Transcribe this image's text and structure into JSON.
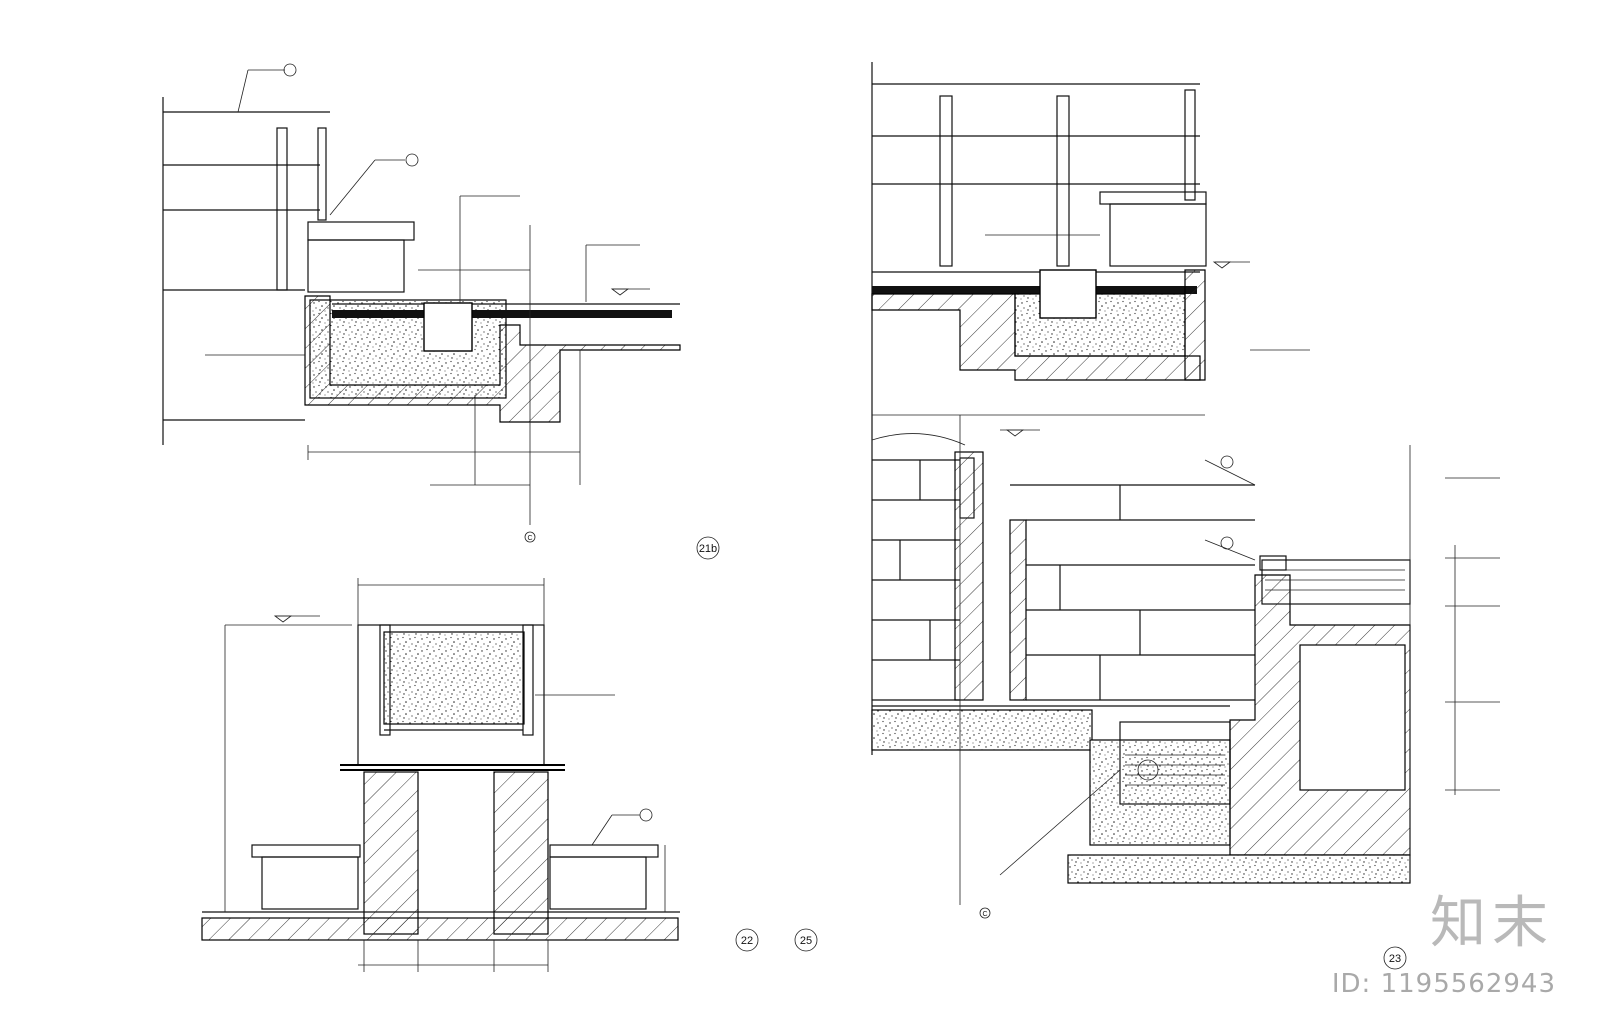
{
  "sheet_labels": {
    "detail_21b": "21b",
    "detail_22": "22",
    "detail_25": "25",
    "detail_23": "23",
    "grid_c": "C"
  },
  "watermark": {
    "brand": "知末",
    "id": "ID: 1195562943"
  }
}
